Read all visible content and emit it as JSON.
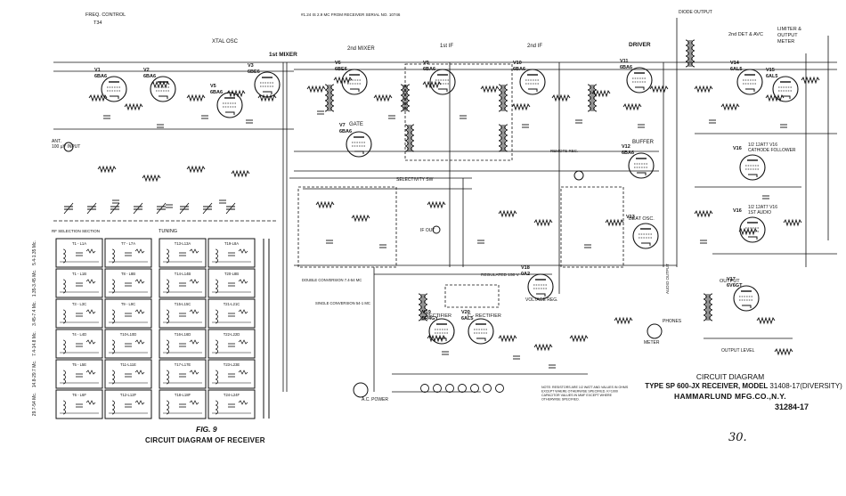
{
  "title_block": {
    "line1": "CIRCUIT DIAGRAM",
    "line2_model": "TYPE SP 600-JX RECEIVER, MODEL",
    "line2_number": "31408-17(DIVERSITY)",
    "line3": "HAMMARLUND MFG.CO.,N.Y.",
    "drawing_number": "31284-17"
  },
  "figure_label": "FIG. 9",
  "figure_caption": "CIRCUIT DIAGRAM OF RECEIVER",
  "page_number": "30.",
  "tube_labels": [
    {
      "ref": "V1",
      "type": "6BA6"
    },
    {
      "ref": "V2",
      "type": "6BA6"
    },
    {
      "ref": "V3",
      "type": "6BE6",
      "function": "1st MIXER"
    },
    {
      "ref": "V5",
      "type": "6BA6"
    },
    {
      "ref": "V6",
      "type": "6BE6",
      "function": "2nd MIXER"
    },
    {
      "ref": "V7",
      "type": "6BA6",
      "function": "GATE"
    },
    {
      "ref": "V9",
      "type": "6BA6",
      "function": "1st IF"
    },
    {
      "ref": "V10",
      "type": "6BA6",
      "function": "2nd IF"
    },
    {
      "ref": "V11",
      "type": "6BA6",
      "function": "DRIVER"
    },
    {
      "ref": "V12",
      "type": "6BA6",
      "function": "BUFFER"
    },
    {
      "ref": "V13",
      "function": "BEAT OSC."
    },
    {
      "ref": "V14",
      "type": "6AL5",
      "function": "2nd DET & AVC"
    },
    {
      "ref": "V15",
      "type": "6AL5",
      "function": "LIMITER & OUTPUT METER"
    },
    {
      "ref": "V16",
      "function": "1/2 12AT7 CATHODE FOLLOWER / 1ST AUDIO"
    },
    {
      "ref": "V17",
      "type": "6V6GT",
      "function": "OUTPUT"
    },
    {
      "ref": "V19",
      "type": "5R4GY",
      "function": "RECTIFIER"
    },
    {
      "ref": "V20",
      "type": "6AL5",
      "function": "C-RECTIFIER"
    },
    {
      "ref": "V18",
      "type": "0A2",
      "function": "VOLTAGE REG."
    }
  ],
  "labels": {
    "freq_control": "FREQ. CONTROL",
    "freq_control_ref": "T34",
    "xtal_osc": "XTAL OSC",
    "first_mixer": "1st MIXER",
    "second_mixer": "2nd MIXER",
    "gate": "GATE",
    "first_if": "1st IF",
    "second_if": "2nd IF",
    "driver": "DRIVER",
    "buffer": "BUFFER",
    "beat_osc": "BEAT OSC.",
    "det_avc": "2nd DET & AVC",
    "limiter": "LIMITER & OUTPUT METER",
    "cathode_follower": "1/2 12AT7 V16 CATHODE FOLLOWER",
    "first_audio": "1ST AUDIO",
    "output": "OUTPUT",
    "rectifier": "RECTIFIER",
    "c_rectifier": "C - RECTIFIER",
    "voltage_reg": "VOLTAGE REG.",
    "selectivity": "SELECTIVITY SW",
    "tuning": "TUNING",
    "rf_selection": "RF SELECTION SECTION",
    "ant_input": "ANT. 100 µV INPUT",
    "if_out": "IF OUT",
    "diode_output": "DIODE OUTPUT",
    "audio_output": "AUDIO OUTPUT",
    "phones": "PHONES",
    "meter": "METER",
    "output_level": "OUTPUT LEVEL",
    "ac_power": "A.C. POWER",
    "note": "NOTE: RESISTORS ARE 1/2 WATT AND VALUES IN OHMS EXCEPT WHERE OTHERWISE SPECIFIED. K=1000 CAPACITOR VALUES IN MMF EXCEPT WHERE OTHERWISE SPECIFIED.",
    "regulated_150v": "REGULATED 150 V",
    "single_conversion": "SINGLE CONVERSION 54-1 MC",
    "double_conversion": "DOUBLE CONVERSION 7.4-54 MC",
    "remote_rec": "REMOTE REC.",
    "xtal_note": "#1.24 IS 2.9 MC FROM RECEIVER SERIAL NO. 10746"
  },
  "band_labels": [
    "5.4-1.35 Mc.",
    "1.35-3.45 Mc.",
    "3.45-7.4 Mc.",
    "7.4-14.8 Mc.",
    "14.8-29.7 Mc.",
    "29.7-54 Mc."
  ],
  "coil_box_labels": {
    "row1": [
      "T1 - L1A",
      "T7 - L7A",
      "T13-L13A",
      "T19-L8A"
    ],
    "row2": [
      "T1 - L1B",
      "T8 - L8B",
      "T14-L14B",
      "T20-L8B"
    ],
    "row3": [
      "T3 - L3C",
      "T9 - L9C",
      "T15-L15C",
      "T21-L21C"
    ],
    "row4": [
      "T4 - L4D",
      "T10-L10D",
      "T16-L16D",
      "T22-L22D"
    ],
    "row5": [
      "T5 - L5E",
      "T11-L11E",
      "T17-L17E",
      "T23-L23E"
    ],
    "row6": [
      "T6 - L6F",
      "T12-L12F",
      "T18-L18F",
      "T24-L24F"
    ]
  }
}
